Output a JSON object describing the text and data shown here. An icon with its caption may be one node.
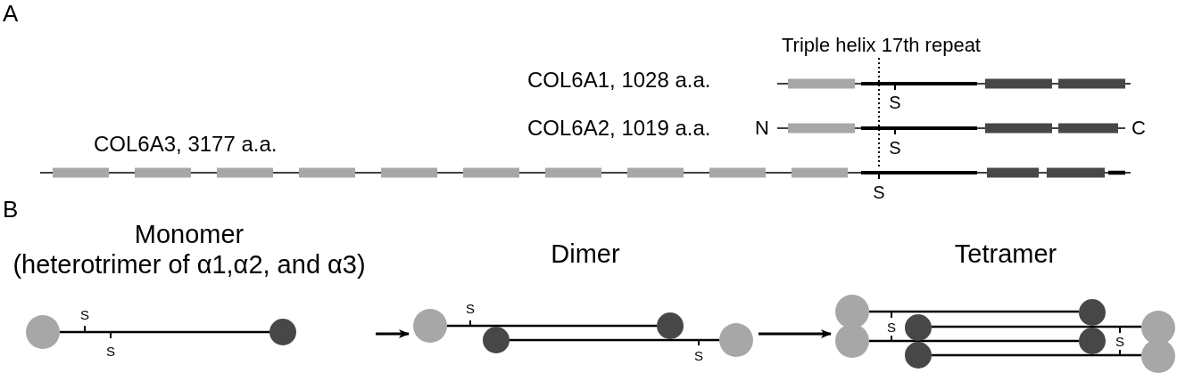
{
  "diagram": {
    "nodes": [
      {
        "text": [
          "Monomer",
          "(heterotrimer of α1,α2, and α3)"
        ]
      },
      {
        "text": [
          "Dimer"
        ]
      },
      {
        "text": [
          "Tetramer"
        ]
      }
    ],
    "edges": [
      {
        "from": 0,
        "to": 1,
        "arrow": "to"
      },
      {
        "from": 1,
        "to": 2,
        "arrow": "to"
      }
    ],
    "labels": [
      "A",
      "Triple helix 17th repeat",
      "COL6A1, 1028 a.a.",
      "S",
      "COL6A2, 1019 a.a.",
      "N",
      "C",
      "COL6A3, 3177 a.a.",
      "S",
      "S",
      "B",
      "S",
      "S",
      "S",
      "S",
      "S",
      "S"
    ]
  }
}
